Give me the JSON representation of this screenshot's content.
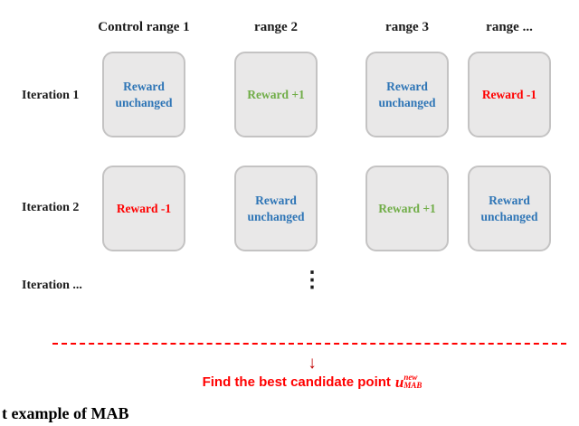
{
  "diagram": {
    "headers": [
      {
        "label": "Control range 1"
      },
      {
        "label": "range 2"
      },
      {
        "label": "range 3"
      },
      {
        "label": "range ..."
      }
    ],
    "rows": [
      {
        "label": "Iteration 1",
        "cells": [
          {
            "text": "Reward unchanged",
            "color": "blue"
          },
          {
            "text": "Reward +1",
            "color": "green"
          },
          {
            "text": "Reward unchanged",
            "color": "blue"
          },
          {
            "text": "Reward -1",
            "color": "red"
          }
        ]
      },
      {
        "label": "Iteration 2",
        "cells": [
          {
            "text": "Reward -1",
            "color": "red"
          },
          {
            "text": "Reward unchanged",
            "color": "blue"
          },
          {
            "text": "Reward +1",
            "color": "green"
          },
          {
            "text": "Reward unchanged",
            "color": "blue"
          }
        ]
      }
    ],
    "more_rows_label": "Iteration ...",
    "vertical_ellipsis": "⋮",
    "down_arrow": "↓",
    "conclusion": {
      "text": "Find the best candidate point",
      "math_base": "u",
      "math_sup": "new",
      "math_sub": "MAB"
    },
    "caption": "t example of MAB",
    "colors": {
      "reward_blue": "#2e75b6",
      "reward_green": "#70ad47",
      "reward_red": "#ff0000",
      "accent_red": "#c00000",
      "box_fill": "#e9e8e8",
      "box_border": "#c4c3c3"
    }
  }
}
